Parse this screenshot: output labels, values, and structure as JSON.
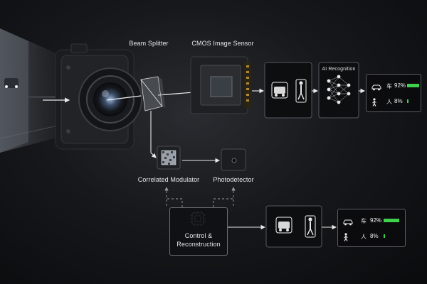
{
  "labels": {
    "beam_splitter": "Beam Splitter",
    "cmos_sensor": "CMOS Image Sensor",
    "ai_recognition": "AI Recognition",
    "correlated_modulator": "Correlated Modulator",
    "photodetector": "Photodetector",
    "control_line1": "Control &",
    "control_line2": "Reconstruction"
  },
  "results_top": [
    {
      "icon": "car-icon",
      "label": "车",
      "percent": "92%",
      "fraction": 0.92
    },
    {
      "icon": "pedestrian-icon",
      "label": "人",
      "percent": "8%",
      "fraction": 0.08
    }
  ],
  "results_bottom": [
    {
      "icon": "car-icon",
      "label": "车",
      "percent": "92%",
      "fraction": 0.92
    },
    {
      "icon": "pedestrian-icon",
      "label": "人",
      "percent": "8%",
      "fraction": 0.08
    }
  ],
  "colors": {
    "accent_green": "#3fd14b",
    "arrow": "#e8e8e8",
    "dashed": "#9a9da3"
  }
}
